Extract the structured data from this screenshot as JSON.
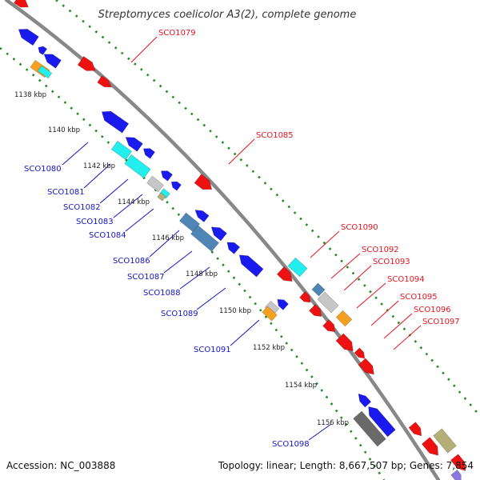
{
  "title": "Streptomyces coelicolor A3(2), complete genome",
  "footer": {
    "accession": "Accession: NC_003888",
    "summary": "Topology: linear; Length: 8,667,507 bp; Genes: 7,854"
  },
  "colors": {
    "backbone": "#888888",
    "tick": "#1e8c1e",
    "forward_label": "#e8141e",
    "reverse_label": "#1414c8",
    "red": "#ee1111",
    "blue": "#1a1aee",
    "cyan": "#22eeee",
    "orange": "#f5a020",
    "grey": "#c6c6c6",
    "steel": "#4f86b6",
    "dark": "#6a6a6a",
    "olive": "#b4ae78",
    "violet": "#8a78e0"
  },
  "kbp_ticks": [
    "1138 kbp",
    "1140 kbp",
    "1142 kbp",
    "1144 kbp",
    "1146 kbp",
    "1148 kbp",
    "1150 kbp",
    "1152 kbp",
    "1154 kbp",
    "1156 kbp"
  ],
  "forward_labels": [
    "SCO1079",
    "SCO1085",
    "SCO1090",
    "SCO1092",
    "SCO1093",
    "SCO1094",
    "SCO1095",
    "SCO1096",
    "SCO1097"
  ],
  "reverse_labels": [
    "SCO1080",
    "SCO1081",
    "SCO1082",
    "SCO1083",
    "SCO1084",
    "SCO1086",
    "SCO1087",
    "SCO1088",
    "SCO1089",
    "SCO1091",
    "SCO1098"
  ]
}
